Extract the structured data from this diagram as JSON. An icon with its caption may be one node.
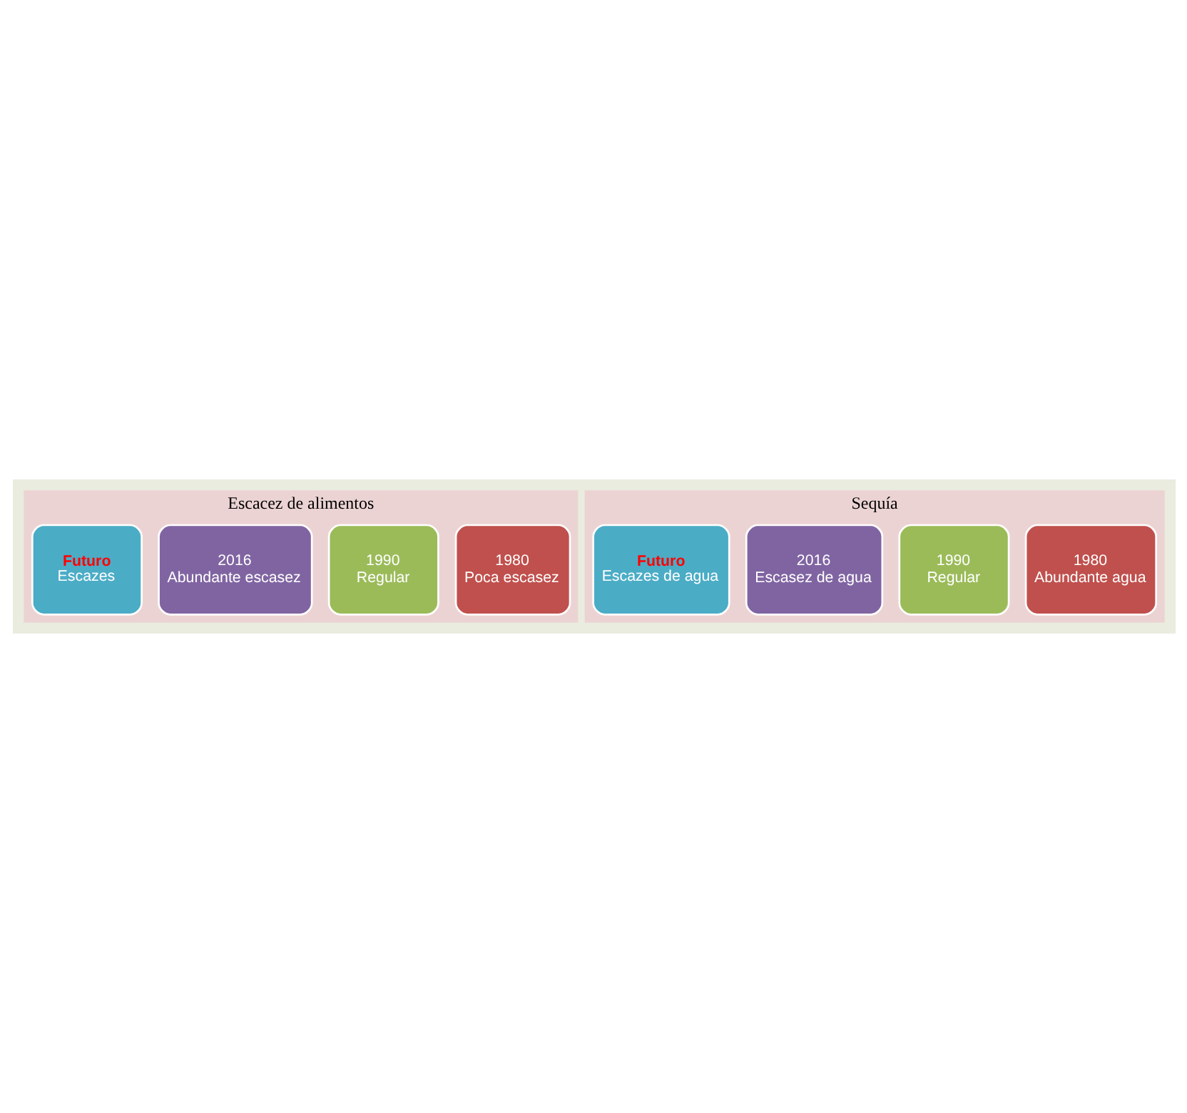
{
  "diagram": {
    "nodes": [
      {
        "text": [
          "Escacez de alimentos"
        ]
      },
      {
        "text": [
          "1980",
          "Poca escasez"
        ],
        "in": 0
      },
      {
        "text": [
          "1990",
          "Regular"
        ],
        "in": 0
      },
      {
        "text": [
          "2016",
          "Abundante escasez"
        ],
        "in": 0
      },
      {
        "text": [
          "Futuro",
          "Escazes"
        ],
        "in": 0
      },
      {
        "text": [
          "Sequía"
        ]
      },
      {
        "text": [
          "1980",
          "Abundante agua"
        ],
        "in": 5
      },
      {
        "text": [
          "1990",
          "Regular"
        ],
        "in": 5
      },
      {
        "text": [
          "2016",
          "Escasez de agua"
        ],
        "in": 5
      },
      {
        "text": [
          "Futuro",
          "Escazes de agua"
        ],
        "in": 5
      }
    ],
    "edges": []
  }
}
